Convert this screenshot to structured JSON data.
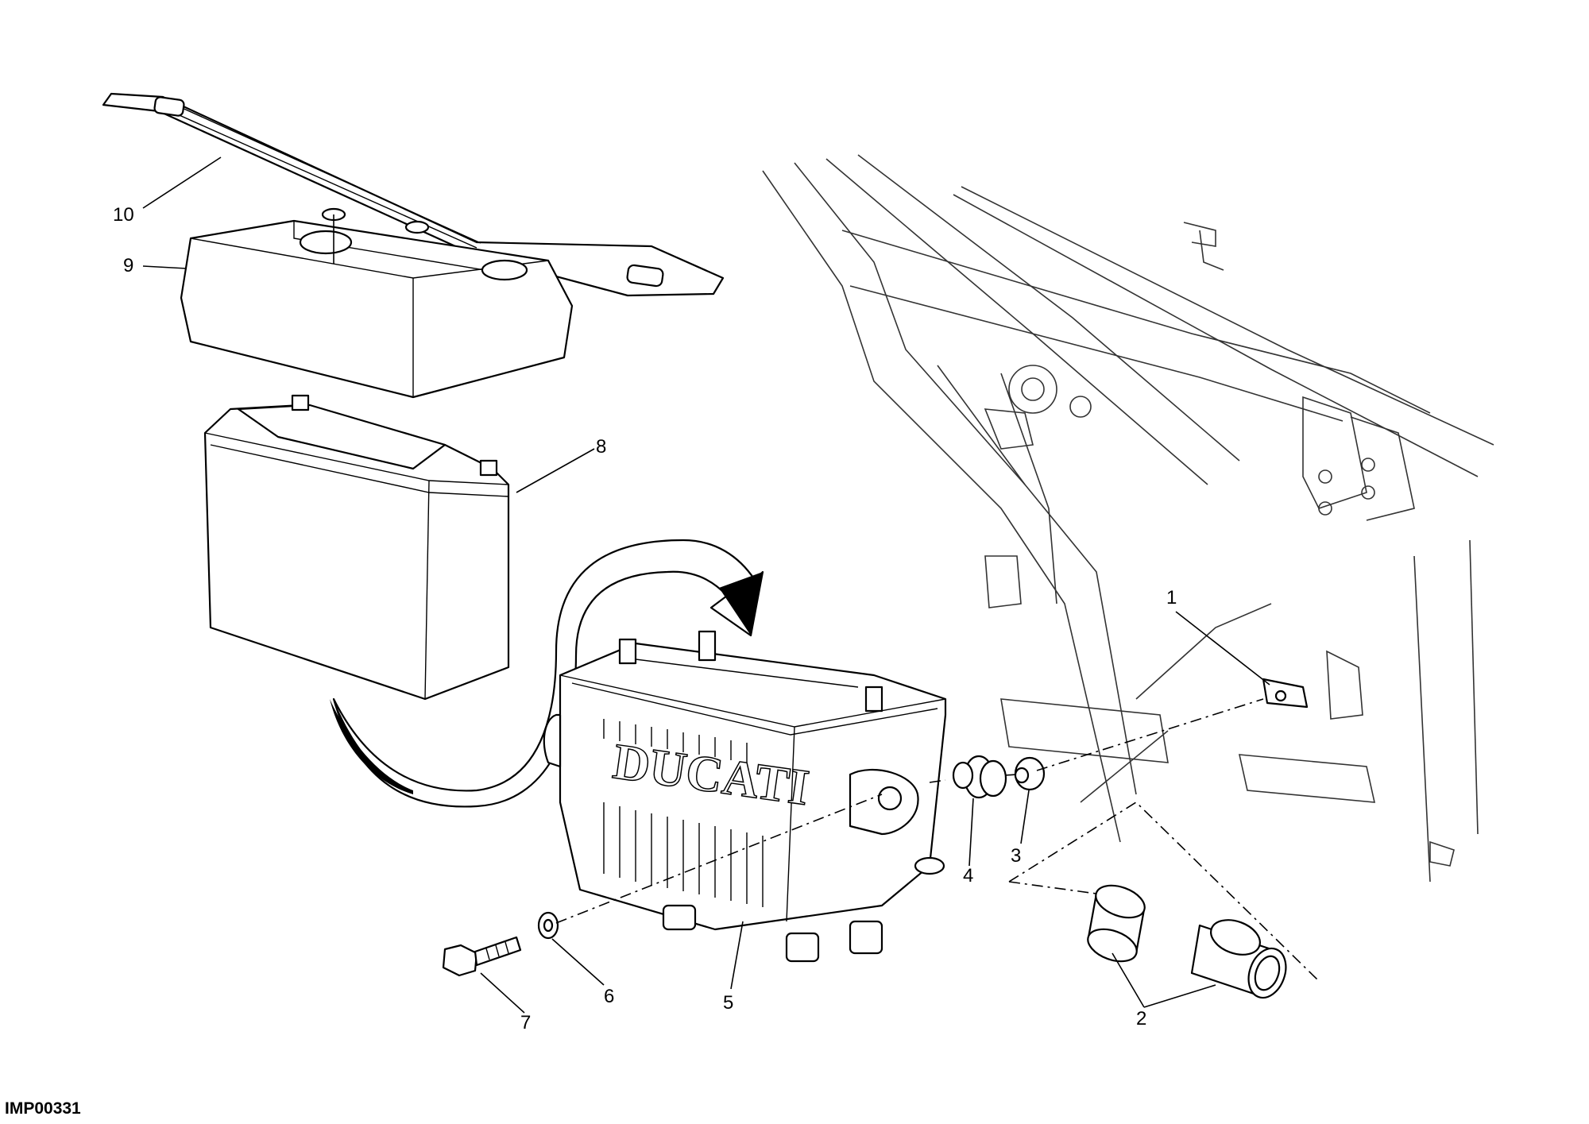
{
  "drawing": {
    "code": "IMP00331",
    "callouts": [
      {
        "id": "c1",
        "label": "1"
      },
      {
        "id": "c2",
        "label": "2"
      },
      {
        "id": "c3",
        "label": "3"
      },
      {
        "id": "c4",
        "label": "4"
      },
      {
        "id": "c5",
        "label": "5"
      },
      {
        "id": "c6",
        "label": "6"
      },
      {
        "id": "c7",
        "label": "7"
      },
      {
        "id": "c8",
        "label": "8"
      },
      {
        "id": "c9",
        "label": "9"
      },
      {
        "id": "c10",
        "label": "10"
      }
    ],
    "box_logo": "DUCATI"
  }
}
